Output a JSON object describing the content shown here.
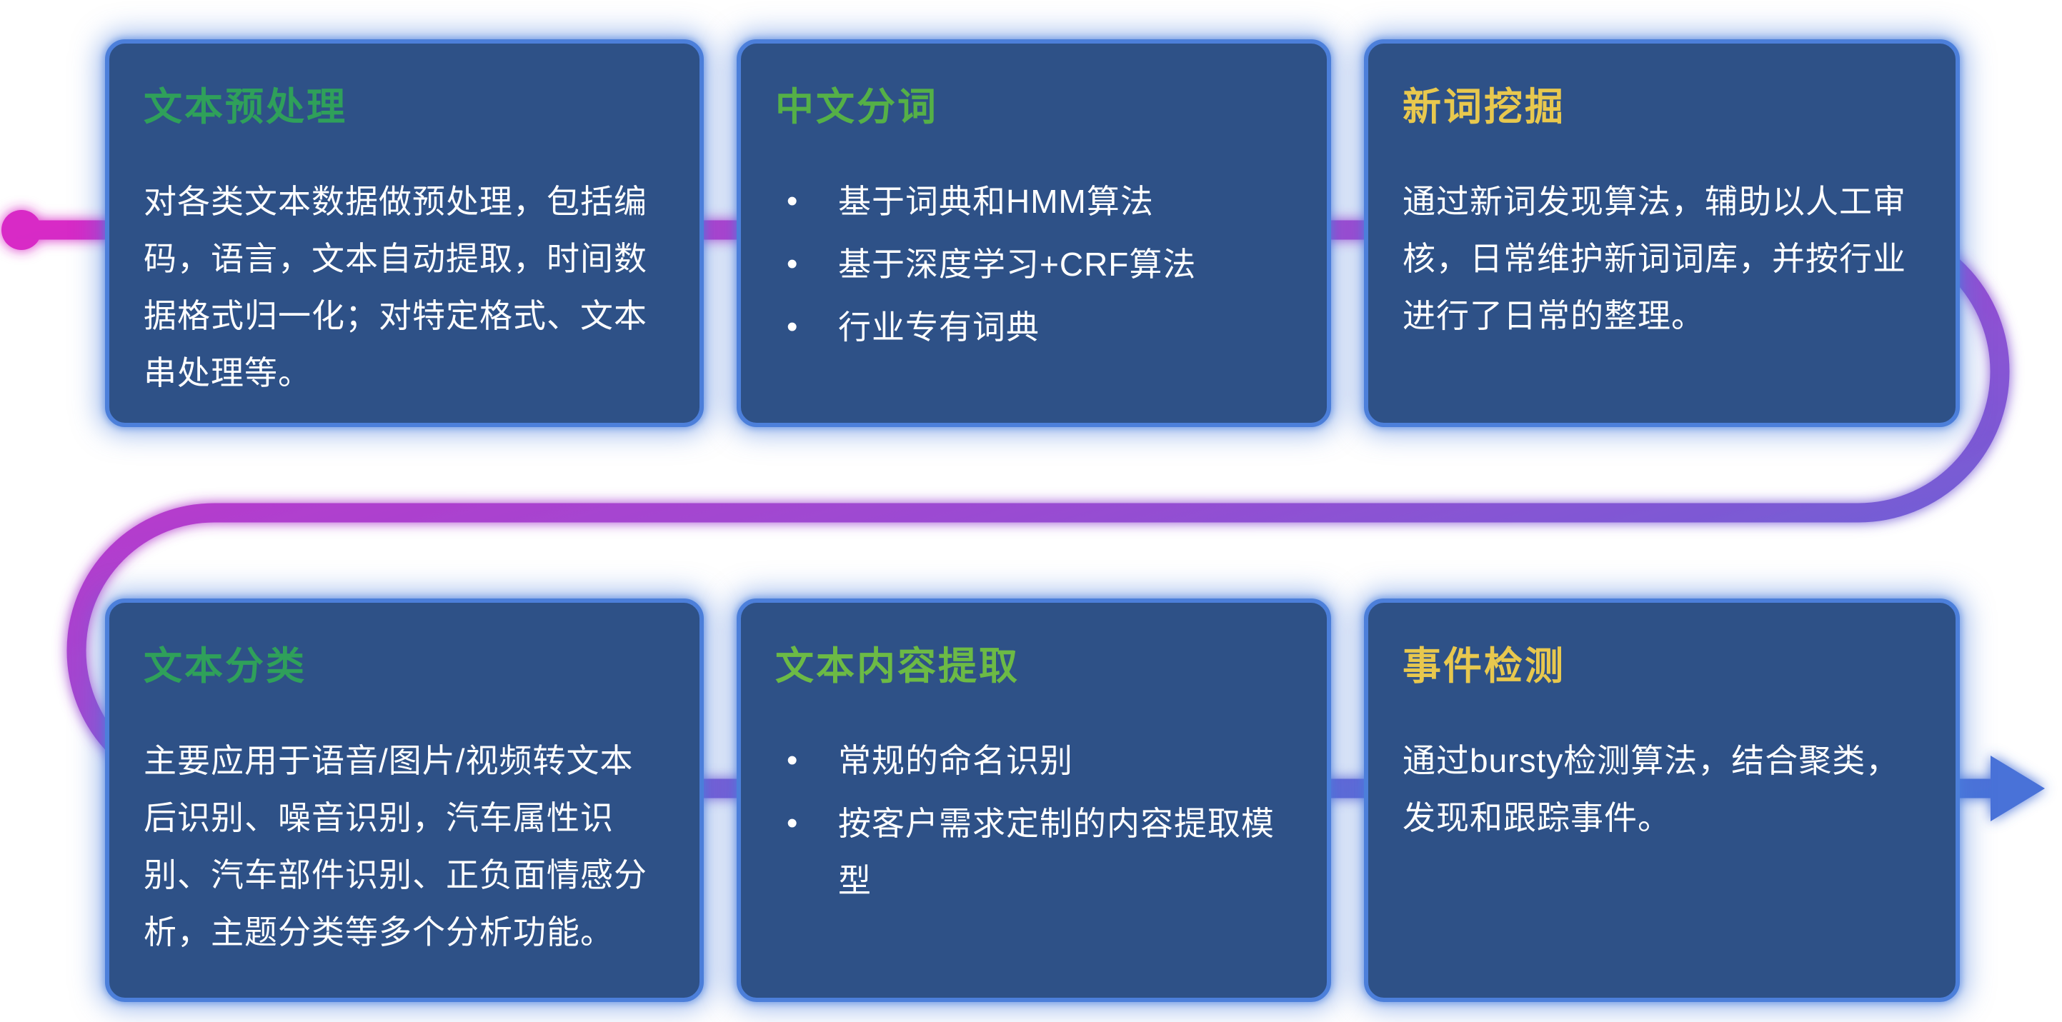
{
  "theme": {
    "background": "#FFFFFF",
    "card_bg": "#2E5187",
    "card_border": "#4C7FDA",
    "body_text": "#FFFFFF"
  },
  "connector": {
    "colors": {
      "start": "#D829C6",
      "mid": "#9A4BD2",
      "end": "#4A72D8"
    },
    "start_marker": "dot",
    "end_marker": "arrow-right"
  },
  "cards": [
    {
      "id": "text-preprocessing",
      "title": "文本预处理",
      "title_color": "#2FA05A",
      "body": "对各类文本数据做预处理，包括编码，语言，文本自动提取，时间数据格式归一化；对特定格式、文本串处理等。",
      "bullets": null
    },
    {
      "id": "chinese-word-segmentation",
      "title": "中文分词",
      "title_color": "#55B047",
      "body": "",
      "bullets": [
        "基于词典和HMM算法",
        "基于深度学习+CRF算法",
        "行业专有词典"
      ]
    },
    {
      "id": "new-word-mining",
      "title": "新词挖掘",
      "title_color": "#E8C84E",
      "body": "通过新词发现算法，辅助以人工审核，日常维护新词词库，并按行业进行了日常的整理。",
      "bullets": null
    },
    {
      "id": "text-classification",
      "title": "文本分类",
      "title_color": "#2FA05A",
      "body": "主要应用于语音/图片/视频转文本后识别、噪音识别，汽车属性识别、汽车部件识别、正负面情感分析，主题分类等多个分析功能。",
      "bullets": null
    },
    {
      "id": "text-content-extraction",
      "title": "文本内容提取",
      "title_color": "#6CBA45",
      "body": "",
      "bullets": [
        "常规的命名识别",
        "按客户需求定制的内容提取模型"
      ]
    },
    {
      "id": "event-detection",
      "title": "事件检测",
      "title_color": "#E8C84E",
      "body": "通过bursty检测算法，结合聚类，发现和跟踪事件。",
      "bullets": null
    }
  ]
}
